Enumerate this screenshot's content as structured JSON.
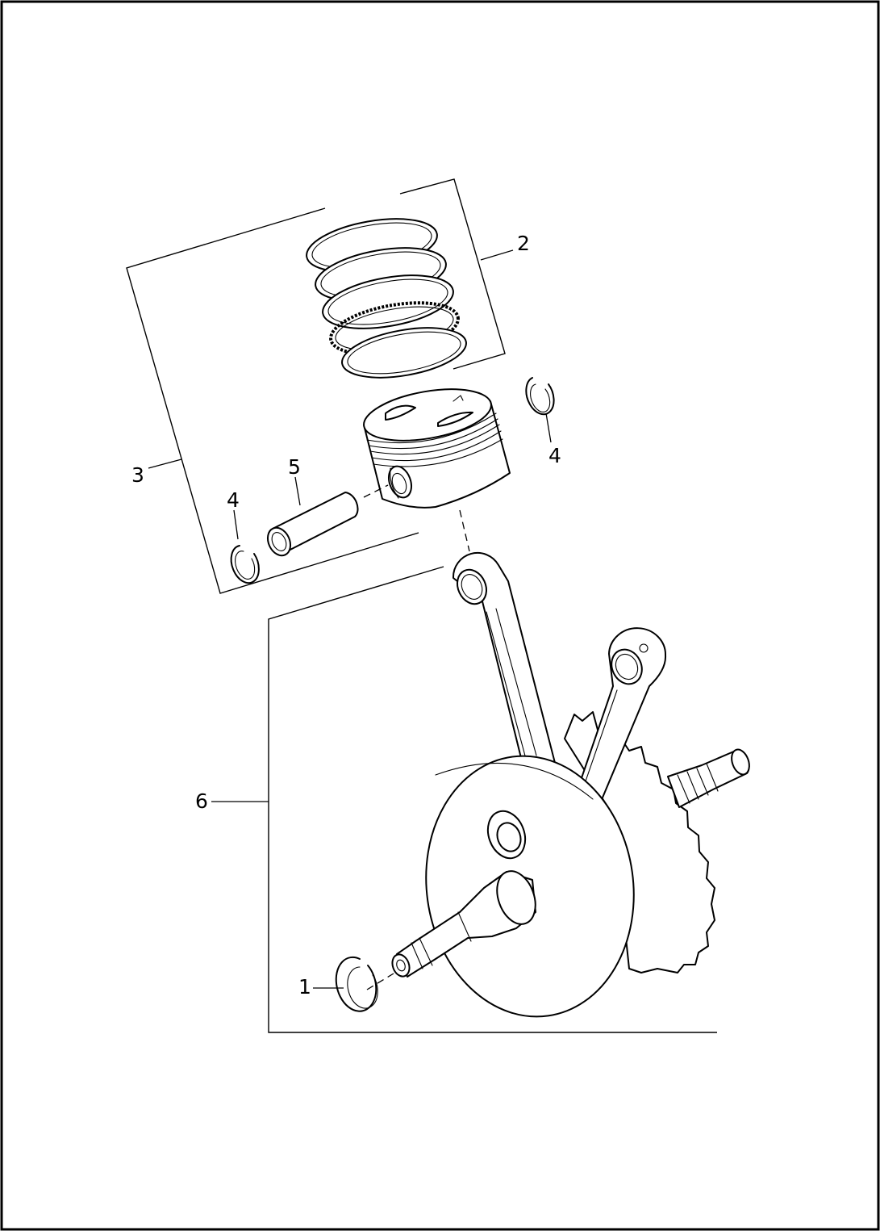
{
  "diagram": {
    "callouts": [
      {
        "id": "callout-1",
        "text": "1"
      },
      {
        "id": "callout-2",
        "text": "2"
      },
      {
        "id": "callout-3",
        "text": "3"
      },
      {
        "id": "callout-4-left",
        "text": "4"
      },
      {
        "id": "callout-4-right",
        "text": "4"
      },
      {
        "id": "callout-5",
        "text": "5"
      },
      {
        "id": "callout-6",
        "text": "6"
      }
    ],
    "parts": [
      {
        "callout": "1",
        "icon": "retaining-ring-icon"
      },
      {
        "callout": "2",
        "icon": "piston-ring-set-icon"
      },
      {
        "callout": "3",
        "icon": "piston-assembly-icon"
      },
      {
        "callout": "4",
        "icon": "wrist-pin-clip-icon"
      },
      {
        "callout": "5",
        "icon": "wrist-pin-icon"
      },
      {
        "callout": "6",
        "icon": "flywheel-assembly-icon"
      }
    ]
  }
}
